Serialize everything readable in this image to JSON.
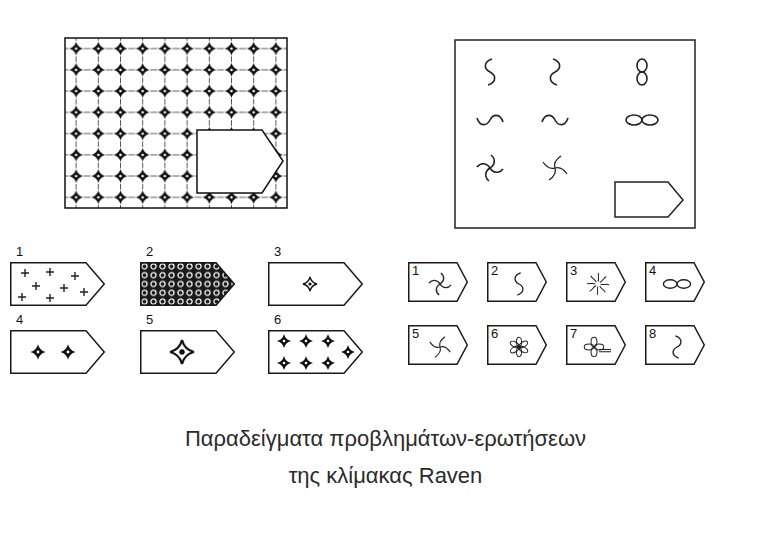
{
  "diagram": {
    "caption": "Παραδείγματα προβλημάτων-ερωτήσεων της κλίμακας Raven",
    "nodes": [
      {
        "text": [
          "1"
        ]
      },
      {
        "text": [
          "2"
        ]
      },
      {
        "text": [
          "3"
        ]
      },
      {
        "text": [
          "4"
        ]
      },
      {
        "text": [
          "5"
        ]
      },
      {
        "text": [
          "6"
        ]
      },
      {
        "text": [
          "1"
        ]
      },
      {
        "text": [
          "2"
        ]
      },
      {
        "text": [
          "3"
        ]
      },
      {
        "text": [
          "4"
        ]
      },
      {
        "text": [
          "5"
        ]
      },
      {
        "text": [
          "6"
        ]
      },
      {
        "text": [
          "7"
        ]
      },
      {
        "text": [
          "8"
        ]
      }
    ]
  }
}
